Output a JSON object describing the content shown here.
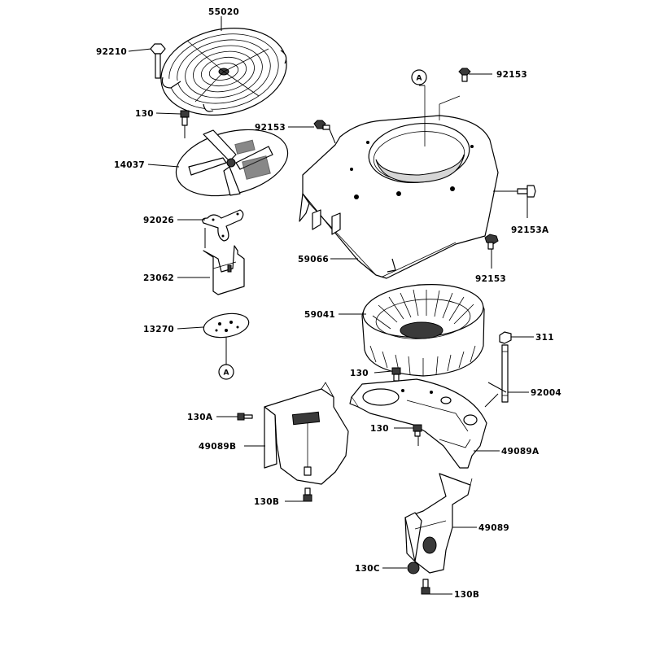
{
  "labels": {
    "p55020": "55020",
    "p92210": "92210",
    "p130_top": "130",
    "p14037": "14037",
    "p92026": "92026",
    "p23062": "23062",
    "p13270": "13270",
    "p92153_top": "92153",
    "p92153_left": "92153",
    "p92153A": "92153A",
    "p92153_right": "92153",
    "p59066": "59066",
    "p59041": "59041",
    "p311": "311",
    "p92004": "92004",
    "p130_mid": "130",
    "p130_lower": "130",
    "p49089A": "49089A",
    "p130A": "130A",
    "p49089B": "49089B",
    "p130B_left": "130B",
    "p49089": "49089",
    "p130C": "130C",
    "p130B_right": "130B"
  },
  "refs": {
    "ref_top": "A",
    "ref_bottom": "A"
  }
}
